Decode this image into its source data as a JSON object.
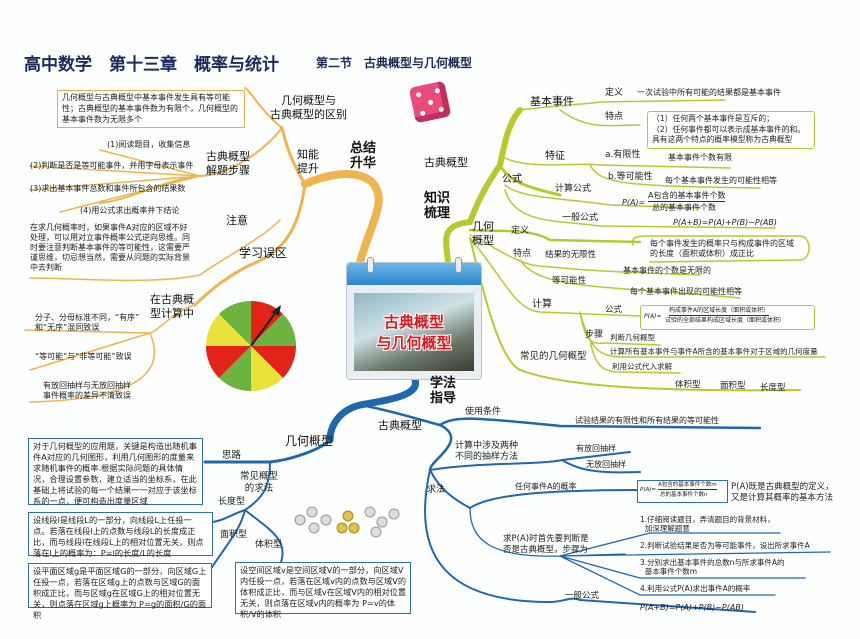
{
  "header": {
    "title": "高中数学　第十三章　概率与统计",
    "subtitle": "第二节　古典概型与几何概型"
  },
  "center": {
    "line1": "古典概型",
    "line2": "与几何概型"
  },
  "orange": {
    "main": "总结\n升华",
    "sub": "知能\n提升",
    "diff_label": "几何概型与\n古典概型的区别",
    "diff_text": "几何概型与古典概型中基本事件发生具有等可能性；古典概型的基本事件数为有限个，几何概型的基本事件数为无限多个",
    "steps_label": "古典概型\n解题步骤",
    "steps": [
      "(1)阅读题目，收集信息",
      "(2)判断是否是等可能事件，并用字母表示事件",
      "(3)求出基本事件总数和事件所包含的结果数",
      "(4)用公式求出概率并下结论"
    ],
    "note_label": "注意",
    "note_text": "在求几何概率时，如果事件A对应的区域不好处理，可以用对立事件概率公式逆向思维。同时要注意判断基本事件的等可能性，这需要严谨思维，切忌想当然，需要从问题的实际背景中去判断",
    "mistake_label": "学习误区",
    "calc_label": "在古典概\n型计算中",
    "mistakes": [
      "分子、分母标准不同，“有序”\n和“无序”混同致误",
      "“等可能”与“非等可能”致误",
      "有放回抽样与无放回抽样\n事件概率的差异不清致误"
    ]
  },
  "green": {
    "main": "知识\n梳理",
    "classical": "古典概型",
    "basic_event": "基本事件",
    "def_label": "定义",
    "def_text": "一次试验中所有可能的结果都是基本事件",
    "feat_label": "特点",
    "feat_text": "（1）任何两个基本事件是互斥的；\n（2）任何事件都可以表示成基本事件的和。\n具有这两个特点的概率模型称为古典概型",
    "trait_label": "特征",
    "trait_a": "a.有限性",
    "trait_a_text": "基本事件个数有限",
    "trait_b": "b.等可能性",
    "trait_b_text": "每个基本事件发生的可能性相等",
    "formula_label": "公式",
    "calc_formula": "计算公式",
    "pa": "P(A)=",
    "pa_num": "A包含的基本事件个数",
    "pa_den": "总的基本事件个数",
    "general": "一般公式",
    "general_text": "P(A+B)=P(A)+P(B)−P(AB)",
    "geometric": "几何\n概型",
    "g_def": "定义",
    "g_def_text": "每个事件发生的概率只与构成事件的区域的长度（面积或体积）成正比",
    "g_feat": "特点",
    "g_inf": "结果的无限性",
    "g_inf_text": "基本事件的个数是无限的",
    "g_eq": "等可能性",
    "g_eq_text": "每个基本事件出现的可能性相等",
    "g_calc": "计算",
    "g_formula": "公式",
    "g_pa": "P(A)=",
    "g_num": "构成事件A的区域长度（面积或体积）",
    "g_den": "试验的全部结果构成区域长度（面积或体积）",
    "g_steps": "步骤",
    "g_step_list": [
      "判断几何概型",
      "计算所有基本事件与事件A所含的基本事件对于区域的几何度量",
      "利用公式代入求解"
    ],
    "g_common": "常见的几何概型",
    "g_types": [
      "体积型",
      "面积型",
      "长度型"
    ]
  },
  "blue": {
    "main": "学法\n指导",
    "classical": "古典概型",
    "cond": "使用条件",
    "cond_text": "试验结果的有限性和所有结果的等可能性",
    "sampling": "计算中涉及两种\n不同的抽样方法",
    "sample1": "有放回抽样",
    "sample2": "无放回抽样",
    "method": "求法",
    "any_event": "任何事件A的概率",
    "pa": "P(A)=",
    "num": "A包含的基本事件个数m",
    "den": "总的基本事件个数n",
    "pa_note": "P(A)既是古典概型的定义，\n又是计算其概率的基本方法",
    "first": "求P(A)时首先要判断是\n否是古典概型，步骤为",
    "steps": [
      "1.仔细阅读题目，弄清题目的背景材料，\n  加深理解题意",
      "2.判断试验结果是否为等可能事件，设出所求事件A",
      "3.分别求出基本事件的总数n与所求事件A的\n  基本事件个数m",
      "4.利用公式P(A)求出事件A的概率"
    ],
    "general": "一般公式",
    "general_text": "P(A+B)=P(A)+P(B)−P(AB)",
    "geometric": "几何概型",
    "idea": "思路",
    "idea_text": "对于几何概型的应用题，关键是构造出随机事件A对应的几何图形，利用几何图形的度量来求随机事件的概率.根据实际问题的具体情况，合理设置参数，建立适当的坐标系，在此基础上将试验的每一个结果一一对应于该坐标系的一点，便可构造出度量区域",
    "common": "常见概型\n的求法",
    "len": "长度型",
    "len_text": "设线段l是线段L的一部分，向线段L上任投一点。若落在线段l上的点数与线段L的长度成正比，而与线段l在线段L上的相对位置无关，则点落在l上的概率为：P=l的长度/L的长度",
    "area": "面积型",
    "area_text": "设平面区域g是平面区域G的一部分，向区域G上任投一点，若落在区域g上的点数与区域G的面积成正比，而与区域g在区域G上的相对位置无关，则点落在区域g上概率为 P=g的面积/G的面积",
    "vol": "体积型",
    "vol_text": "设空间区域v是空间区域V的一部分，向区域V内任投一点，若落在区域v内的点数与区域V的体积成正比，而与区域v在区域V内的相对位置无关，则点落在区域v内的概率为 P=v的体积/V的体积"
  },
  "colors": {
    "orange": "#f0b44c",
    "green": "#b8c92e",
    "blue": "#1f68ae",
    "title": "#1a2a5c",
    "red": "#e4161d"
  }
}
